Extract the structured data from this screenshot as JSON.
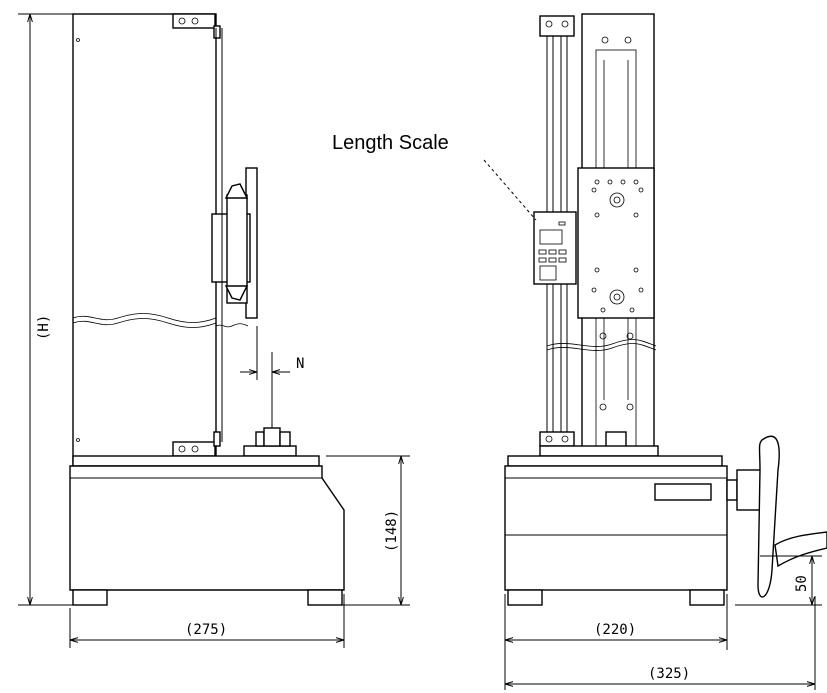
{
  "callout": {
    "length_scale": "Length Scale"
  },
  "dimensions": {
    "height": "(H)",
    "n": "N",
    "base_height": "(148)",
    "side_width": "(275)",
    "front_width": "(220)",
    "total_width": "(325)",
    "handle_height": "50"
  }
}
